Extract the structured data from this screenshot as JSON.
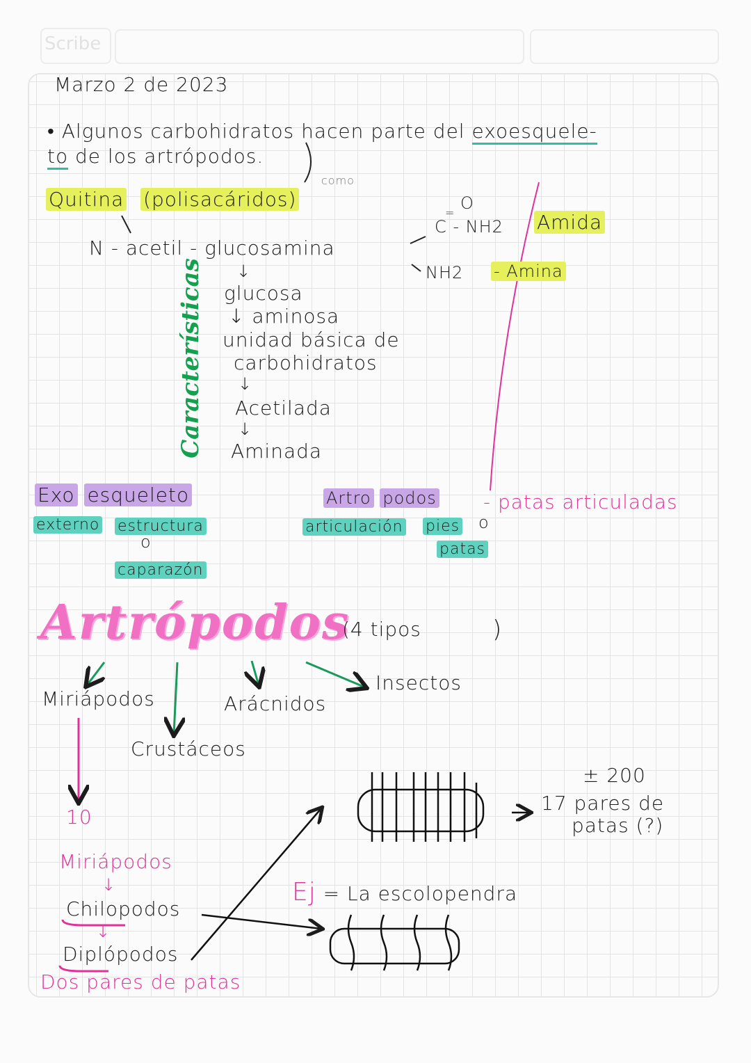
{
  "header": {
    "brand": "Scribe"
  },
  "date": "Marzo 2 de 2023",
  "intro": {
    "line1_pre": "• Algunos carbohidratos hacen parte del ",
    "line1_ul": "exoesquele-",
    "line2_ul": "to",
    "line2_post": " de los artrópodos.",
    "note": "como"
  },
  "quitina": {
    "term": "Quitina",
    "paren": "(polisacáridos)"
  },
  "chain": [
    "N - acetil - glucosamina",
    "↓",
    "glucosa",
    "↓ aminosa",
    "unidad básica de",
    "carbohidratos",
    "↓",
    "Acetilada",
    "↓",
    "Aminada"
  ],
  "side_label": "Características",
  "formula": {
    "o": "O",
    "dbl": "=",
    "c": "C - NH2",
    "amida": "Amida",
    "nh2": "NH2",
    "amina": "- Amina"
  },
  "exoesqueleto": {
    "exo": "Exo",
    "esqueleto": "esqueleto",
    "externo": "externo",
    "estructura": "estructura",
    "o": "o",
    "caparazon": "caparazón"
  },
  "artropodos_def": {
    "artro": "Artro",
    "podos": "podos",
    "meaning": "- patas articuladas",
    "articulacion": "articulación",
    "pies": "pies",
    "o": "o",
    "patas": "patas"
  },
  "title": {
    "text": "Artrópodos",
    "types": "(4 tipos",
    "close": ")"
  },
  "types": [
    "Miriápodos",
    "Arácnidos",
    "Insectos",
    "Crustáceos"
  ],
  "miriapodos": {
    "count": "10",
    "title": "Miriápodos",
    "chilopodos": "Chilopodos",
    "arrow": "↓",
    "diplopodos": "Diplópodos",
    "note": "Dos pares de patas"
  },
  "example": {
    "ej": "Ej",
    "text": "= La escolopendra"
  },
  "legs": {
    "count": "± 200",
    "pairs": "17 pares de",
    "patas": "patas (?)"
  },
  "colors": {
    "highlight_yellow": "#e6ef5c",
    "highlight_purple": "#c9a6e6",
    "highlight_teal": "#5fd2bf",
    "pink": "#e0329a",
    "green": "#14a04e"
  }
}
